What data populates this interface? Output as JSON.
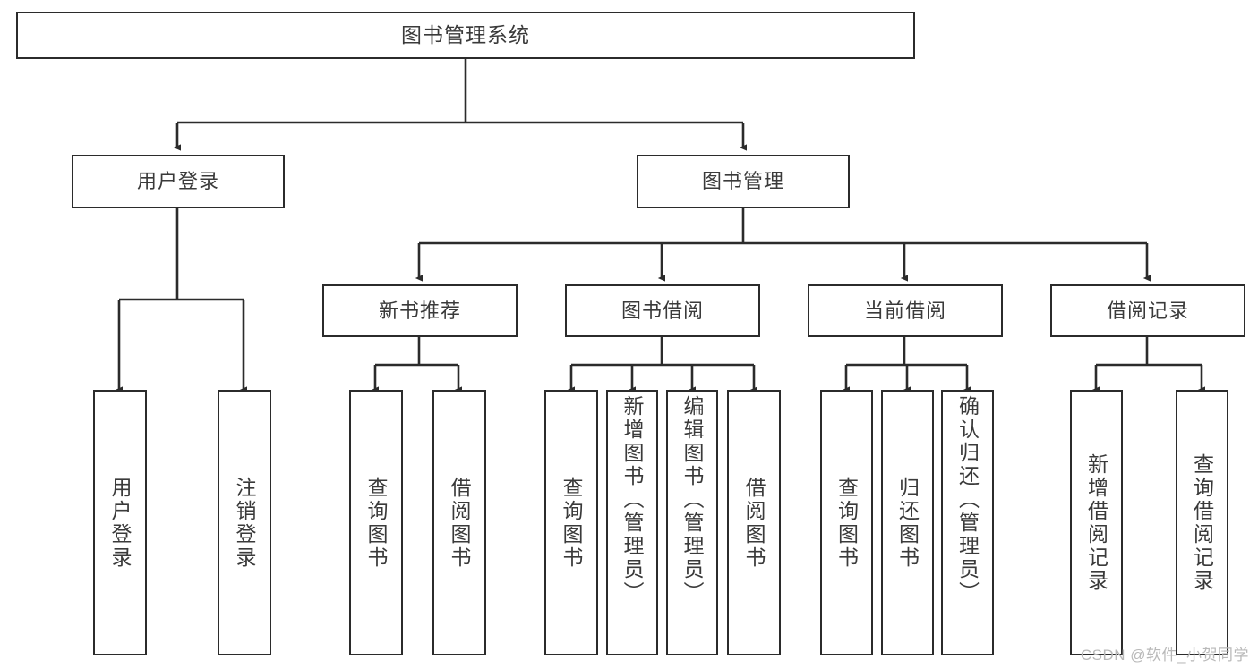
{
  "diagram": {
    "title": "图书管理系统",
    "type": "hierarchy-tree",
    "background_color": "#ffffff",
    "line_color": "#2b2b2b",
    "text_color": "#3a3a3a",
    "levels": 3
  },
  "nodes": {
    "root": {
      "label": "图书管理系统",
      "level": 0,
      "orientation": "horizontal"
    },
    "level1": [
      {
        "id": "user-login",
        "label": "用户登录",
        "orientation": "horizontal"
      },
      {
        "id": "book-manage",
        "label": "图书管理",
        "orientation": "horizontal"
      }
    ],
    "level2": [
      {
        "id": "new-book-recommend",
        "label": "新书推荐",
        "parent": "book-manage",
        "orientation": "horizontal"
      },
      {
        "id": "book-borrow",
        "label": "图书借阅",
        "parent": "book-manage",
        "orientation": "horizontal"
      },
      {
        "id": "current-borrow",
        "label": "当前借阅",
        "parent": "book-manage",
        "orientation": "horizontal"
      },
      {
        "id": "borrow-record",
        "label": "借阅记录",
        "parent": "book-manage",
        "orientation": "horizontal"
      }
    ],
    "leaves": [
      {
        "id": "leaf-user-login",
        "label": "用户登录",
        "parent": "user-login",
        "orientation": "vertical",
        "align": "center"
      },
      {
        "id": "leaf-user-logout",
        "label": "注销登录",
        "parent": "user-login",
        "orientation": "vertical",
        "align": "center"
      },
      {
        "id": "leaf-query-book-1",
        "label": "查询图书",
        "parent": "new-book-recommend",
        "orientation": "vertical",
        "align": "center"
      },
      {
        "id": "leaf-borrow-book-1",
        "label": "借阅图书",
        "parent": "new-book-recommend",
        "orientation": "vertical",
        "align": "center"
      },
      {
        "id": "leaf-query-book-2",
        "label": "查询图书",
        "parent": "book-borrow",
        "orientation": "vertical",
        "align": "center"
      },
      {
        "id": "leaf-add-book",
        "label": "新增图书（管理员）",
        "parent": "book-borrow",
        "orientation": "vertical",
        "align": "top"
      },
      {
        "id": "leaf-edit-book",
        "label": "编辑图书（管理员）",
        "parent": "book-borrow",
        "orientation": "vertical",
        "align": "top"
      },
      {
        "id": "leaf-borrow-book-2",
        "label": "借阅图书",
        "parent": "book-borrow",
        "orientation": "vertical",
        "align": "center"
      },
      {
        "id": "leaf-query-book-3",
        "label": "查询图书",
        "parent": "current-borrow",
        "orientation": "vertical",
        "align": "center"
      },
      {
        "id": "leaf-return-book",
        "label": "归还图书",
        "parent": "current-borrow",
        "orientation": "vertical",
        "align": "center"
      },
      {
        "id": "leaf-confirm-return",
        "label": "确认归还（管理员）",
        "parent": "current-borrow",
        "orientation": "vertical",
        "align": "top"
      },
      {
        "id": "leaf-add-record",
        "label": "新增借阅记录",
        "parent": "borrow-record",
        "orientation": "vertical",
        "align": "center"
      },
      {
        "id": "leaf-query-record",
        "label": "查询借阅记录",
        "parent": "borrow-record",
        "orientation": "vertical",
        "align": "center"
      }
    ]
  },
  "watermark": {
    "text": "CSDN @软件_小贺同学"
  }
}
